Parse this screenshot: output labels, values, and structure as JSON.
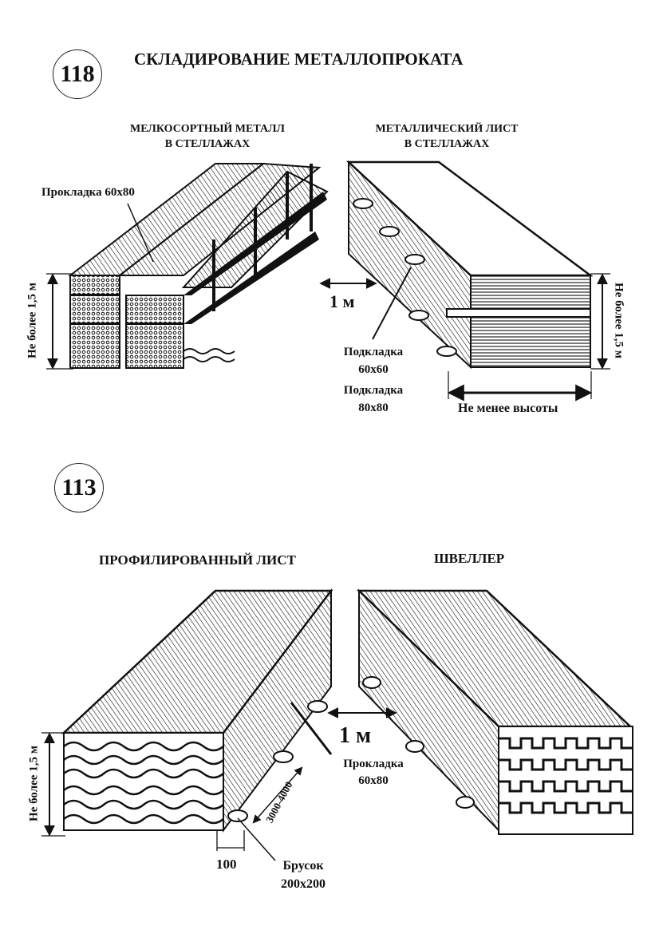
{
  "section1": {
    "number": "118",
    "title": "СКЛАДИРОВАНИЕ МЕТАЛЛОПРОКАТА",
    "left": {
      "heading_line1": "МЕЛКОСОРТНЫЙ МЕТАЛЛ",
      "heading_line2": "В СТЕЛЛАЖАХ",
      "spacer_label": "Прокладка 60х80",
      "height_label": "Не более 1,5 м"
    },
    "right": {
      "heading_line1": "МЕТАЛЛИЧЕСКИЙ ЛИСТ",
      "heading_line2": "В СТЕЛЛАЖАХ",
      "gap_label": "1 м",
      "pad1_line1": "Подкладка",
      "pad1_line2": "60х60",
      "pad2_line1": "Подкладка",
      "pad2_line2": "80х80",
      "height_label": "Не более 1,5 м",
      "width_label": "Не менее высоты"
    }
  },
  "section2": {
    "number": "113",
    "left": {
      "heading": "ПРОФИЛИРОВАННЫЙ ЛИСТ",
      "height_label": "Не более 1,5 м",
      "length_label": "3000-4000",
      "dim_100": "100",
      "beam_line1": "Брусок",
      "beam_line2": "200х200"
    },
    "right": {
      "heading": "ШВЕЛЛЕР",
      "gap_label": "1 м",
      "spacer_line1": "Прокладка",
      "spacer_line2": "60х80"
    }
  }
}
